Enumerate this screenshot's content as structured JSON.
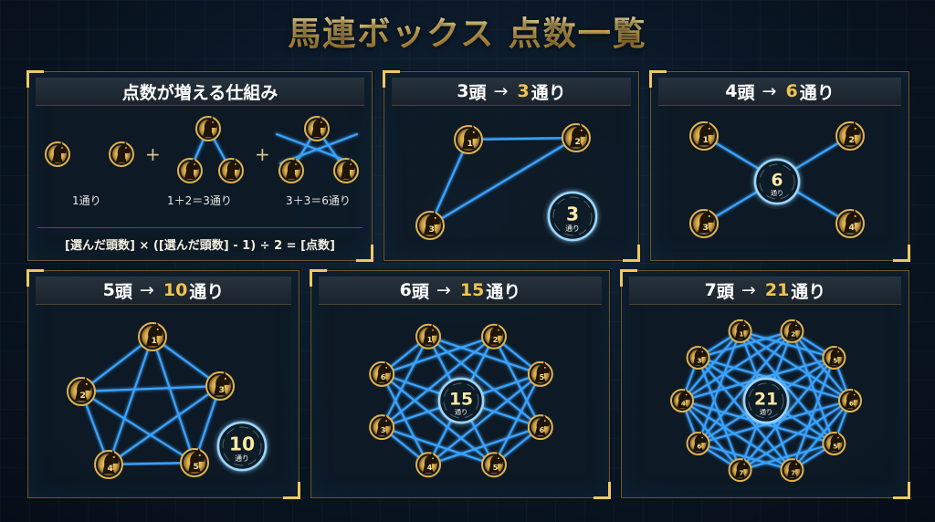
{
  "title": "馬連ボックス 点数一覧",
  "explanation": {
    "heading": "点数が増える仕組み",
    "examples": [
      {
        "label": "1通り"
      },
      {
        "label": "1＋2＝3通り"
      },
      {
        "label": "3＋3＝6通り"
      }
    ],
    "plus": "+",
    "formula": "[選んだ頭数] × ([選んだ頭数] - 1) ÷ 2 = [点数]"
  },
  "panels": [
    {
      "heads": "3",
      "heads_unit": "頭",
      "arrow": "→",
      "count": "3",
      "count_unit": "通り",
      "badge_number": "3",
      "badge_unit": "通り",
      "horse_numbers": [
        "1",
        "2",
        "3"
      ]
    },
    {
      "heads": "4",
      "heads_unit": "頭",
      "arrow": "→",
      "count": "6",
      "count_unit": "通り",
      "badge_number": "6",
      "badge_unit": "通り",
      "horse_numbers": [
        "1",
        "2",
        "3",
        "4"
      ]
    },
    {
      "heads": "5",
      "heads_unit": "頭",
      "arrow": "→",
      "count": "10",
      "count_unit": "通り",
      "badge_number": "10",
      "badge_unit": "通り",
      "horse_numbers": [
        "1",
        "2",
        "3",
        "4",
        "5"
      ]
    },
    {
      "heads": "6",
      "heads_unit": "頭",
      "arrow": "→",
      "count": "15",
      "count_unit": "通り",
      "badge_number": "15",
      "badge_unit": "通り",
      "horse_numbers": [
        "1",
        "2",
        "5",
        "6",
        "5",
        "4",
        "3",
        "6"
      ]
    },
    {
      "heads": "7",
      "heads_unit": "頭",
      "arrow": "→",
      "count": "21",
      "count_unit": "通り",
      "badge_number": "21",
      "badge_unit": "通り",
      "horse_numbers": [
        "1",
        "2",
        "5",
        "6",
        "5",
        "7",
        "7",
        "6",
        "4",
        "3"
      ]
    }
  ],
  "colors": {
    "gold": "#f2c44c",
    "line": "#3aa3ff",
    "frame": "#6f5a2c"
  }
}
